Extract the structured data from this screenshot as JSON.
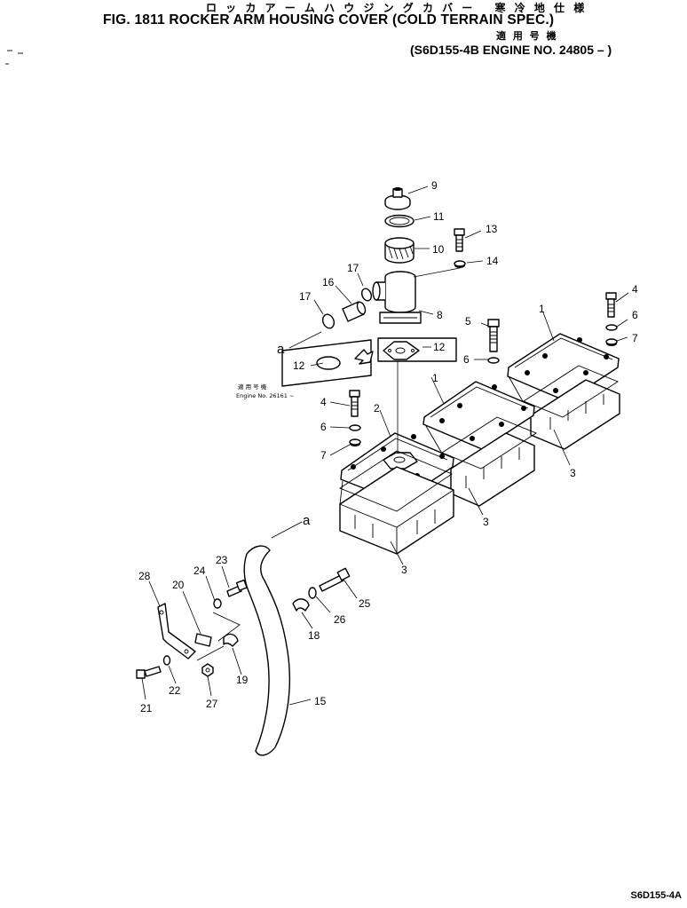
{
  "header": {
    "title_jp": "ロ ッ カ ア ー ム ハ ウ ジ ン グ カ バ ー　 寒 冷 地 仕 様",
    "title_en": "FIG. 1811  ROCKER ARM HOUSING COVER (COLD TERRAIN SPEC.)",
    "applicability_jp": "適 用 号 機",
    "model_line": "(S6D155-4B  ENGINE NO. 24805 – )"
  },
  "drawing_code": "S6D155-4A",
  "inset_note": {
    "jp": "適 用 号 機",
    "en": "Engine No. 26161 ~"
  },
  "callouts": {
    "c9": "9",
    "c11": "11",
    "c10": "10",
    "c13": "13",
    "c14": "14",
    "c17a": "17",
    "c16": "16",
    "c17b": "17",
    "c8": "8",
    "c4a": "4",
    "c6a": "6",
    "c7a": "7",
    "c1a": "1",
    "c5": "5",
    "c6b": "6",
    "c12a": "12",
    "c12b": "12",
    "c_a1": "a",
    "c1b": "1",
    "c2": "2",
    "c4b": "4",
    "c6c": "6",
    "c7b": "7",
    "c3a": "3",
    "c3b": "3",
    "c3c": "3",
    "c_a2": "a",
    "c28": "28",
    "c24": "24",
    "c23": "23",
    "c20": "20",
    "c25": "25",
    "c26": "26",
    "c18": "18",
    "c19": "19",
    "c22": "22",
    "c21": "21",
    "c27": "27",
    "c15": "15"
  }
}
